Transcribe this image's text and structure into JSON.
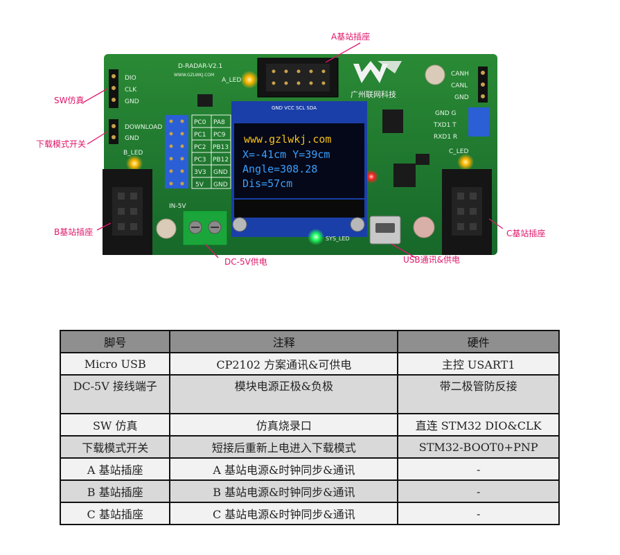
{
  "board": {
    "model": "D-RADAR-V2.1",
    "url": "WWW.GZLWKJ.COM",
    "brand": "广州联网科技",
    "pins_left": [
      "DIO",
      "CLK",
      "GND"
    ],
    "pins_download": [
      "DOWNLOAD",
      "GND"
    ],
    "pins_right_top": [
      "CANH",
      "CANL",
      "GND"
    ],
    "pins_right_mid": [
      "GND G",
      "TXD1 T",
      "RXD1 R"
    ],
    "header_grid": [
      [
        "PC0",
        "PA8"
      ],
      [
        "PC1",
        "PC9"
      ],
      [
        "PC2",
        "PB13"
      ],
      [
        "PC3",
        "PB12"
      ],
      [
        "3V3",
        "GND"
      ],
      [
        "5V",
        "GND"
      ]
    ],
    "labels": {
      "a_led": "A_LED",
      "b_led": "B_LED",
      "c_led": "C_LED",
      "in5v": "IN-5V",
      "sys_led": "SYS_LED",
      "oled_pins": "GND VCC SCL SDA"
    },
    "oled": {
      "line1": "www.gzlwkj.com",
      "line2": "X=-41cm Y=39cm",
      "line3": "Angle=308.28",
      "line4": "Dis=57cm"
    }
  },
  "callouts": {
    "a_socket": "A基站插座",
    "sw": "SW仿真",
    "download": "下载模式开关",
    "b_socket": "B基站插座",
    "dc5v": "DC-5V供电",
    "usb": "USB通讯&供电",
    "c_socket": "C基站插座"
  },
  "table": {
    "headers": [
      "脚号",
      "注释",
      "硬件"
    ],
    "rows": [
      [
        "Micro USB",
        "CP2102 方案通讯&可供电",
        "主控 USART1"
      ],
      [
        "DC-5V 接线端子",
        "模块电源正极&负极",
        "带二极管防反接"
      ],
      [
        "SW 仿真",
        "仿真烧录口",
        "直连 STM32 DIO&CLK"
      ],
      [
        "下载模式开关",
        "短接后重新上电进入下载模式",
        "STM32-BOOT0+PNP"
      ],
      [
        "A 基站插座",
        "A 基站电源&时钟同步&通讯",
        "-"
      ],
      [
        "B 基站插座",
        "B 基站电源&时钟同步&通讯",
        "-"
      ],
      [
        "C 基站插座",
        "C 基站电源&时钟同步&通讯",
        "-"
      ]
    ]
  },
  "colors": {
    "pcb": "#1e7a2c",
    "callout": "#e0156a",
    "oled_bg": "#050818",
    "oled_yellow": "#f5c21a",
    "oled_blue": "#3aa0ff",
    "header_blue": "#2a5fd6"
  }
}
